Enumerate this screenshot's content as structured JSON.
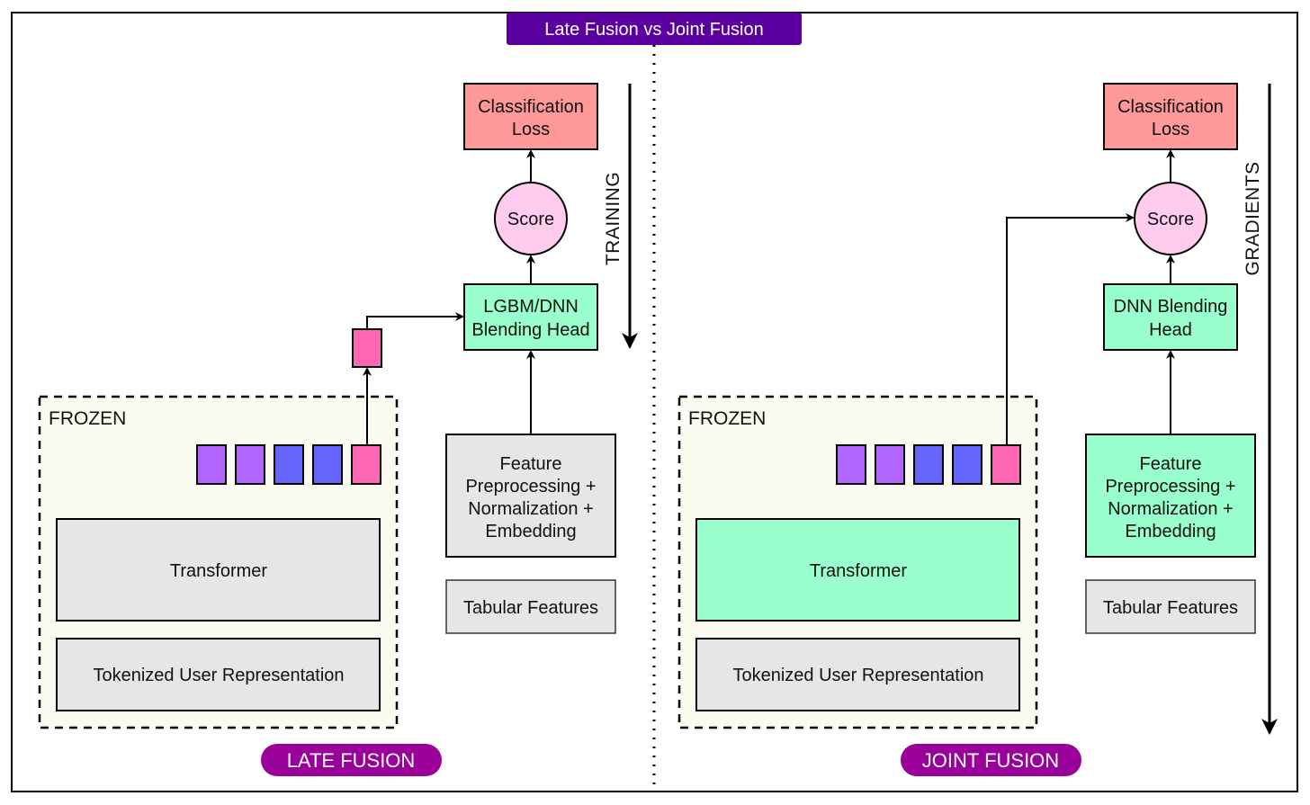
{
  "title": "Late Fusion vs Joint Fusion",
  "colors": {
    "title_bg": "#5a00a0",
    "pill_bg": "#9a009a",
    "loss_fill": "#ff9999",
    "score_fill": "#ffccee",
    "green_fill": "#99ffcc",
    "gray_fill": "#e6e6e6",
    "frozen_fill": "#fbfbf2",
    "token_purple": "#b266ff",
    "token_blue": "#6666ff",
    "token_pink": "#ff66b3"
  },
  "late": {
    "label": "LATE FUSION",
    "loss": [
      "Classification",
      "Loss"
    ],
    "score": "Score",
    "head": [
      "LGBM/DNN",
      "Blending Head"
    ],
    "feature": [
      "Feature",
      "Preprocessing +",
      "Normalization +",
      "Embedding"
    ],
    "tabular": "Tabular Features",
    "frozen": "FROZEN",
    "transformer": "Transformer",
    "tokenized": "Tokenized User Representation",
    "arrow_label": "TRAINING",
    "tokens": [
      "purple",
      "purple",
      "blue",
      "blue",
      "pink"
    ]
  },
  "joint": {
    "label": "JOINT FUSION",
    "loss": [
      "Classification",
      "Loss"
    ],
    "score": "Score",
    "head": [
      "DNN Blending",
      "Head"
    ],
    "feature": [
      "Feature",
      "Preprocessing +",
      "Normalization +",
      "Embedding"
    ],
    "tabular": "Tabular Features",
    "frozen": "FROZEN",
    "transformer": "Transformer",
    "tokenized": "Tokenized User Representation",
    "arrow_label": "GRADIENTS",
    "tokens": [
      "purple",
      "purple",
      "blue",
      "blue",
      "pink"
    ]
  }
}
